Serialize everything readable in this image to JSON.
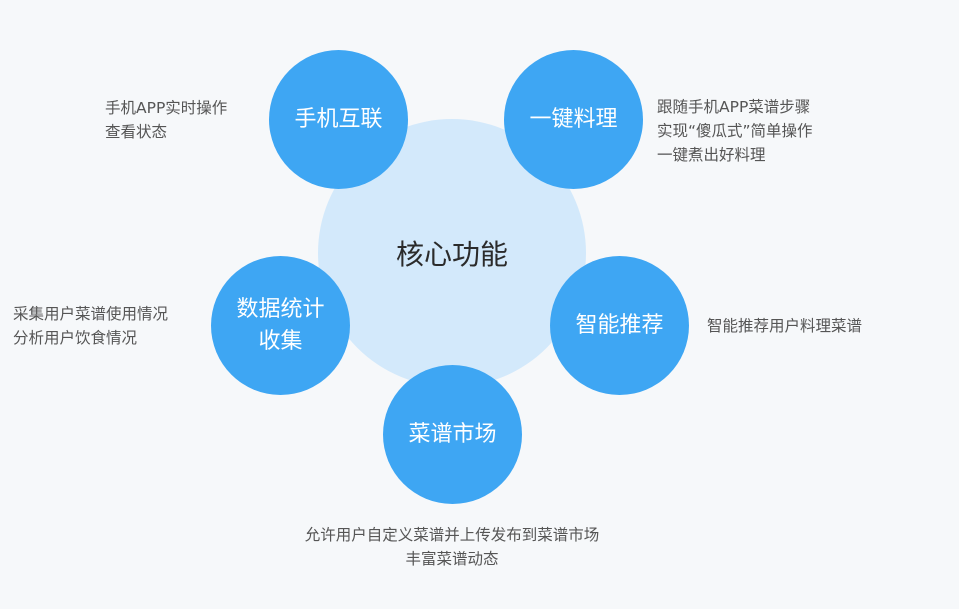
{
  "core": {
    "label": "核心功能"
  },
  "colors": {
    "core_fill": "#d3e9fb",
    "satellite_fill": "#3ea6f3",
    "background": "#f6f8fa",
    "text": "#555555"
  },
  "features": [
    {
      "id": "phone-link",
      "title_lines": [
        "手机互联"
      ],
      "desc_lines": [
        "手机APP实时操作",
        "查看状态"
      ]
    },
    {
      "id": "one-click-cook",
      "title_lines": [
        "一键料理"
      ],
      "desc_lines": [
        "跟随手机APP菜谱步骤",
        "实现“傻瓜式”简单操作",
        "一键煮出好料理"
      ]
    },
    {
      "id": "data-stats",
      "title_lines": [
        "数据统计",
        "收集"
      ],
      "desc_lines": [
        "采集用户菜谱使用情况",
        "分析用户饮食情况"
      ]
    },
    {
      "id": "smart-recommend",
      "title_lines": [
        "智能推荐"
      ],
      "desc_lines": [
        "智能推荐用户料理菜谱"
      ]
    },
    {
      "id": "recipe-market",
      "title_lines": [
        "菜谱市场"
      ],
      "desc_lines": [
        "允许用户自定义菜谱并上传发布到菜谱市场",
        "丰富菜谱动态"
      ]
    }
  ]
}
